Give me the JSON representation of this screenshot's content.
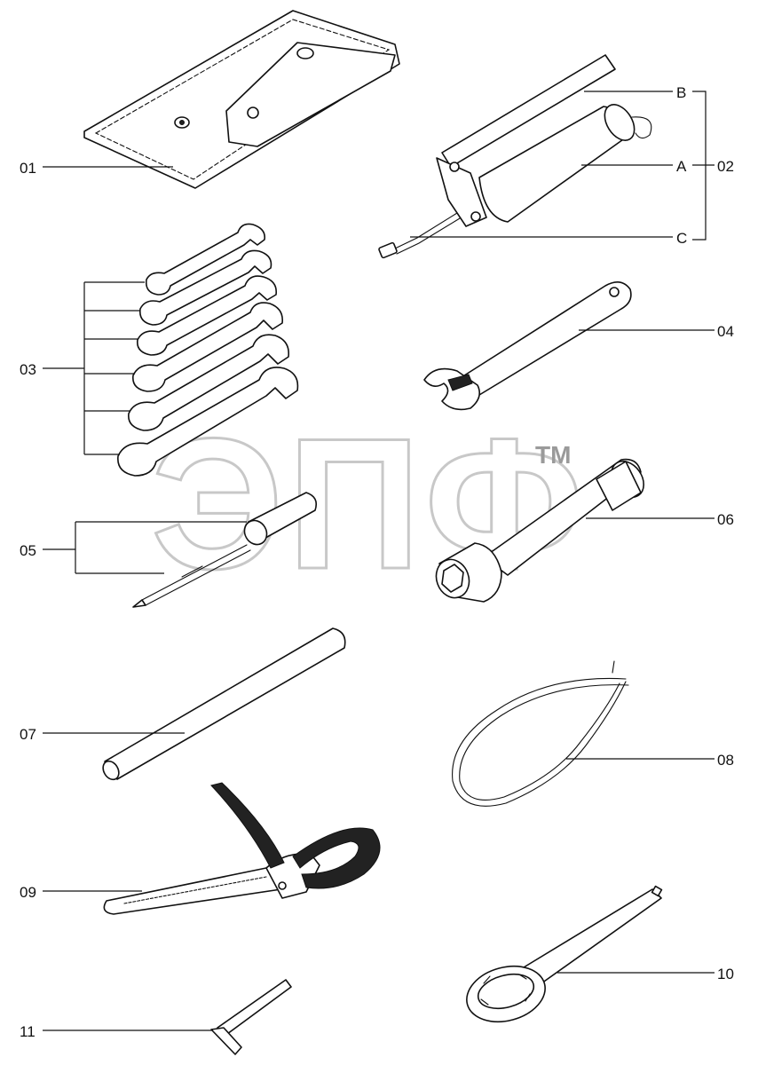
{
  "callouts": {
    "c01": "01",
    "c02": "02",
    "c02a": "A",
    "c02b": "B",
    "c02c": "C",
    "c03": "03",
    "c04": "04",
    "c05": "05",
    "c06": "06",
    "c07": "07",
    "c08": "08",
    "c09": "09",
    "c10": "10",
    "c11": "11"
  },
  "watermark": {
    "text": "ЭПФ",
    "tm": "TM"
  }
}
